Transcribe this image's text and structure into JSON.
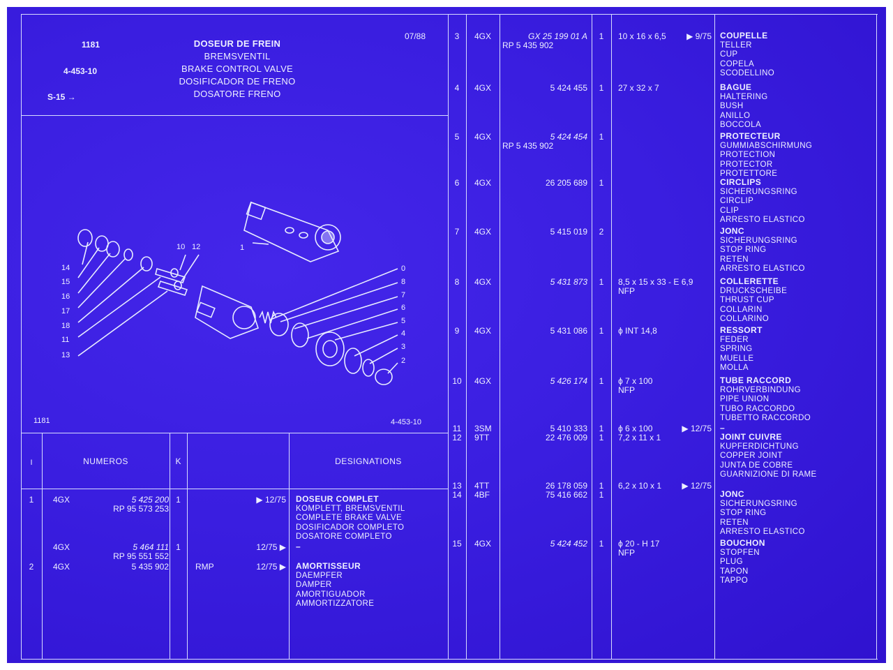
{
  "header": {
    "code": "1181",
    "ref": "4-453-10",
    "series": "S-15 →",
    "date": "07/88",
    "titles": [
      "DOSEUR DE FREIN",
      "BREMSVENTIL",
      "BRAKE CONTROL VALVE",
      "DOSIFICADOR DE FRENO",
      "DOSATORE FRENO"
    ]
  },
  "figure": {
    "code": "1181",
    "ref": "4-453-10",
    "callouts": [
      "1",
      "2",
      "3",
      "4",
      "5",
      "6",
      "7",
      "8",
      "0",
      "10",
      "12",
      "14",
      "15",
      "16",
      "17",
      "18",
      "11",
      "13"
    ]
  },
  "table_header": {
    "index": "I",
    "numbers": "NUMEROS",
    "k": "K",
    "designations": "DESIGNATIONS"
  },
  "left_rows": [
    {
      "idx": "1",
      "prefix": "4GX",
      "num1": "5 425 200",
      "num2": "RP 95 573 253",
      "k": "1",
      "note": "",
      "date": "▶ 12/75",
      "desig": [
        "DOSEUR COMPLET",
        "KOMPLETT, BREMSVENTIL",
        "COMPLETE BRAKE VALVE",
        "DOSIFICADOR COMPLETO",
        "DOSATORE COMPLETO"
      ]
    },
    {
      "idx": "",
      "prefix": "4GX",
      "num1": "5 464 111",
      "num2": "RP 95 551 552",
      "k": "1",
      "note": "",
      "date": "12/75 ▶",
      "desig": [
        "–"
      ]
    },
    {
      "idx": "2",
      "prefix": "4GX",
      "num1": "5 435 902",
      "num2": "",
      "k": "",
      "note": "RMP",
      "date": "12/75 ▶",
      "desig": [
        "AMORTISSEUR",
        "DAEMPFER",
        "DAMPER",
        "AMORTIGUADOR",
        "AMMORTIZZATORE"
      ]
    }
  ],
  "right_rows": [
    {
      "idx": "3",
      "prefix": "4GX",
      "num1": "GX 25 199 01 A",
      "num2": "RP 5 435 902",
      "k": "1",
      "spec": "10 x 16 x 6,5",
      "spec2": "",
      "date": "▶ 9/75",
      "desig": [
        "COUPELLE",
        "TELLER",
        "CUP",
        "COPELA",
        "SCODELLINO"
      ]
    },
    {
      "idx": "4",
      "prefix": "4GX",
      "num1": "5 424 455",
      "num2": "",
      "k": "1",
      "spec": "27 x 32 x 7",
      "spec2": "",
      "date": "",
      "desig": [
        "BAGUE",
        "HALTERING",
        "BUSH",
        "ANILLO",
        "BOCCOLA"
      ]
    },
    {
      "idx": "5",
      "prefix": "4GX",
      "num1": "5 424 454",
      "num2": "RP 5 435 902",
      "k": "1",
      "spec": "",
      "spec2": "",
      "date": "",
      "desig": [
        "PROTECTEUR",
        "GUMMIABSCHIRMUNG",
        "PROTECTION",
        "PROTECTOR",
        "PROTETTORE"
      ]
    },
    {
      "idx": "6",
      "prefix": "4GX",
      "num1": "26 205 689",
      "num2": "",
      "k": "1",
      "spec": "",
      "spec2": "",
      "date": "",
      "desig": [
        "CIRCLIPS",
        "SICHERUNGSRING",
        "CIRCLIP",
        "CLIP",
        "ARRESTO ELASTICO"
      ]
    },
    {
      "idx": "7",
      "prefix": "4GX",
      "num1": "5 415 019",
      "num2": "",
      "k": "2",
      "spec": "",
      "spec2": "",
      "date": "",
      "desig": [
        "JONC",
        "SICHERUNGSRING",
        "STOP RING",
        "RETEN",
        "ARRESTO ELASTICO"
      ]
    },
    {
      "idx": "8",
      "prefix": "4GX",
      "num1": "5 431 873",
      "num2": "",
      "k": "1",
      "spec": "8,5 x 15 x 33 - E 6,9",
      "spec2": "NFP",
      "date": "",
      "desig": [
        "COLLERETTE",
        "DRUCKSCHEIBE",
        "THRUST CUP",
        "COLLARIN",
        "COLLARINO"
      ]
    },
    {
      "idx": "9",
      "prefix": "4GX",
      "num1": "5 431 086",
      "num2": "",
      "k": "1",
      "spec": "ϕ INT 14,8",
      "spec2": "",
      "date": "",
      "desig": [
        "RESSORT",
        "FEDER",
        "SPRING",
        "MUELLE",
        "MOLLA"
      ]
    },
    {
      "idx": "10",
      "prefix": "4GX",
      "num1": "5 426 174",
      "num2": "",
      "k": "1",
      "spec": "ϕ 7 x 100",
      "spec2": "NFP",
      "date": "",
      "desig": [
        "TUBE RACCORD",
        "ROHRVERBINDUNG",
        "PIPE UNION",
        "TUBO RACCORDO",
        "TUBETTO RACCORDO"
      ]
    },
    {
      "idx": "11",
      "prefix": "3SM",
      "num1": "5 410 333",
      "num2": "",
      "k": "1",
      "spec": "ϕ 6 x 100",
      "spec2": "",
      "date": "▶ 12/75",
      "desig": [
        "–"
      ]
    },
    {
      "idx": "12",
      "prefix": "9TT",
      "num1": "22 476 009",
      "num2": "",
      "k": "1",
      "spec": "7,2 x 11 x 1",
      "spec2": "",
      "date": "",
      "desig": [
        "JOINT CUIVRE",
        "KUPFERDICHTUNG",
        "COPPER JOINT",
        "JUNTA DE COBRE",
        "GUARNIZIONE DI RAME"
      ]
    },
    {
      "idx": "13",
      "prefix": "4TT",
      "num1": "26 178 059",
      "num2": "",
      "k": "1",
      "spec": "6,2 x 10 x 1",
      "spec2": "",
      "date": "▶ 12/75",
      "desig": []
    },
    {
      "idx": "14",
      "prefix": "4BF",
      "num1": "75 416 662",
      "num2": "",
      "k": "1",
      "spec": "",
      "spec2": "",
      "date": "",
      "desig": [
        "JONC",
        "SICHERUNGSRING",
        "STOP RING",
        "RETEN",
        "ARRESTO ELASTICO"
      ]
    },
    {
      "idx": "15",
      "prefix": "4GX",
      "num1": "5 424 452",
      "num2": "",
      "k": "1",
      "spec": "ϕ 20 - H 17",
      "spec2": "NFP",
      "date": "",
      "desig": [
        "BOUCHON",
        "STOPFEN",
        "PLUG",
        "TAPON",
        "TAPPO"
      ]
    }
  ]
}
